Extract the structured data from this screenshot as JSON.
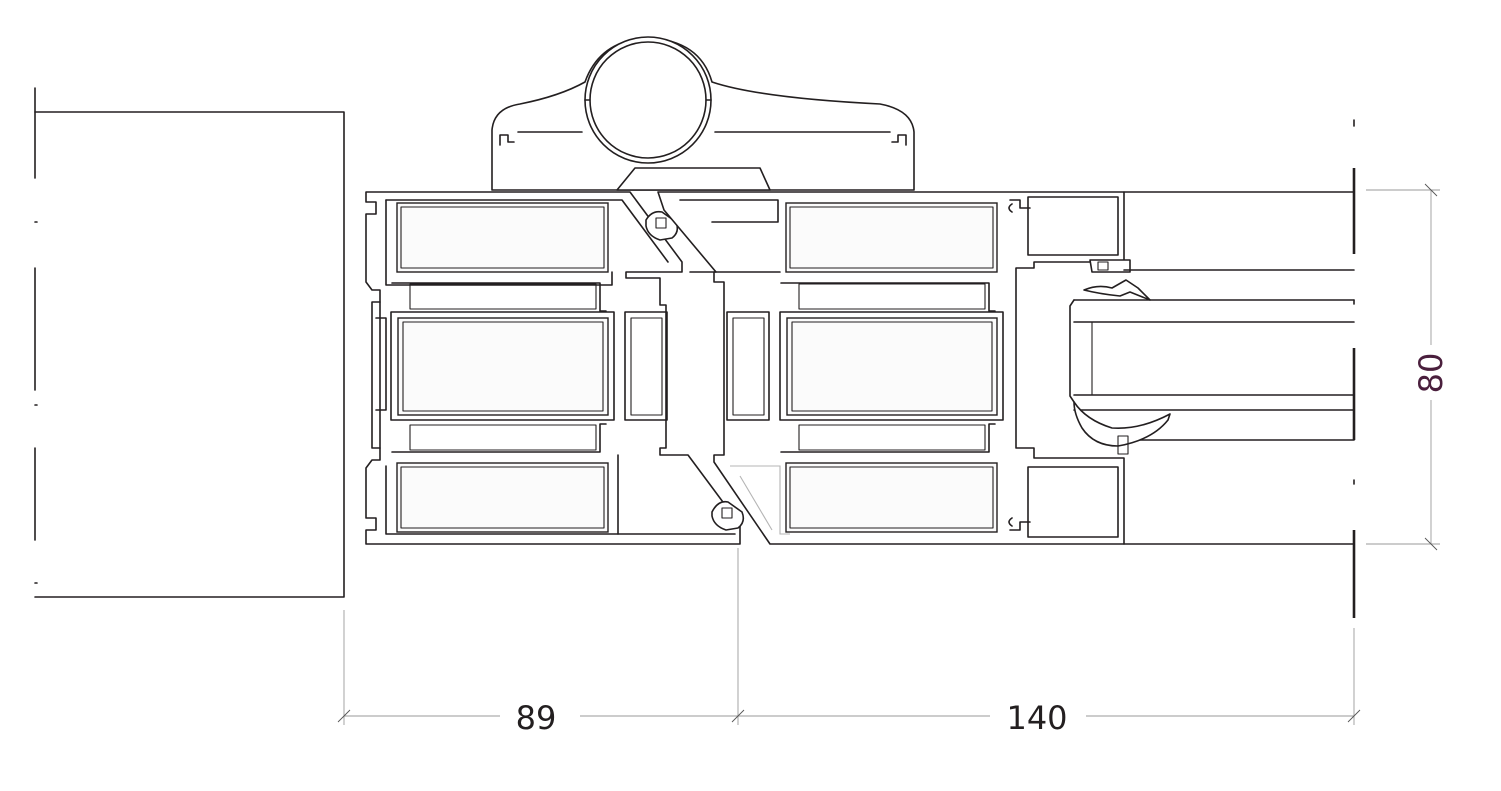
{
  "dimensions": {
    "left_width": "89",
    "right_width": "140",
    "height": "80"
  },
  "colors": {
    "line": "#231f20",
    "dimension_line": "#9a9a9a",
    "vertical_dimension_text": "#4a1f3d"
  }
}
